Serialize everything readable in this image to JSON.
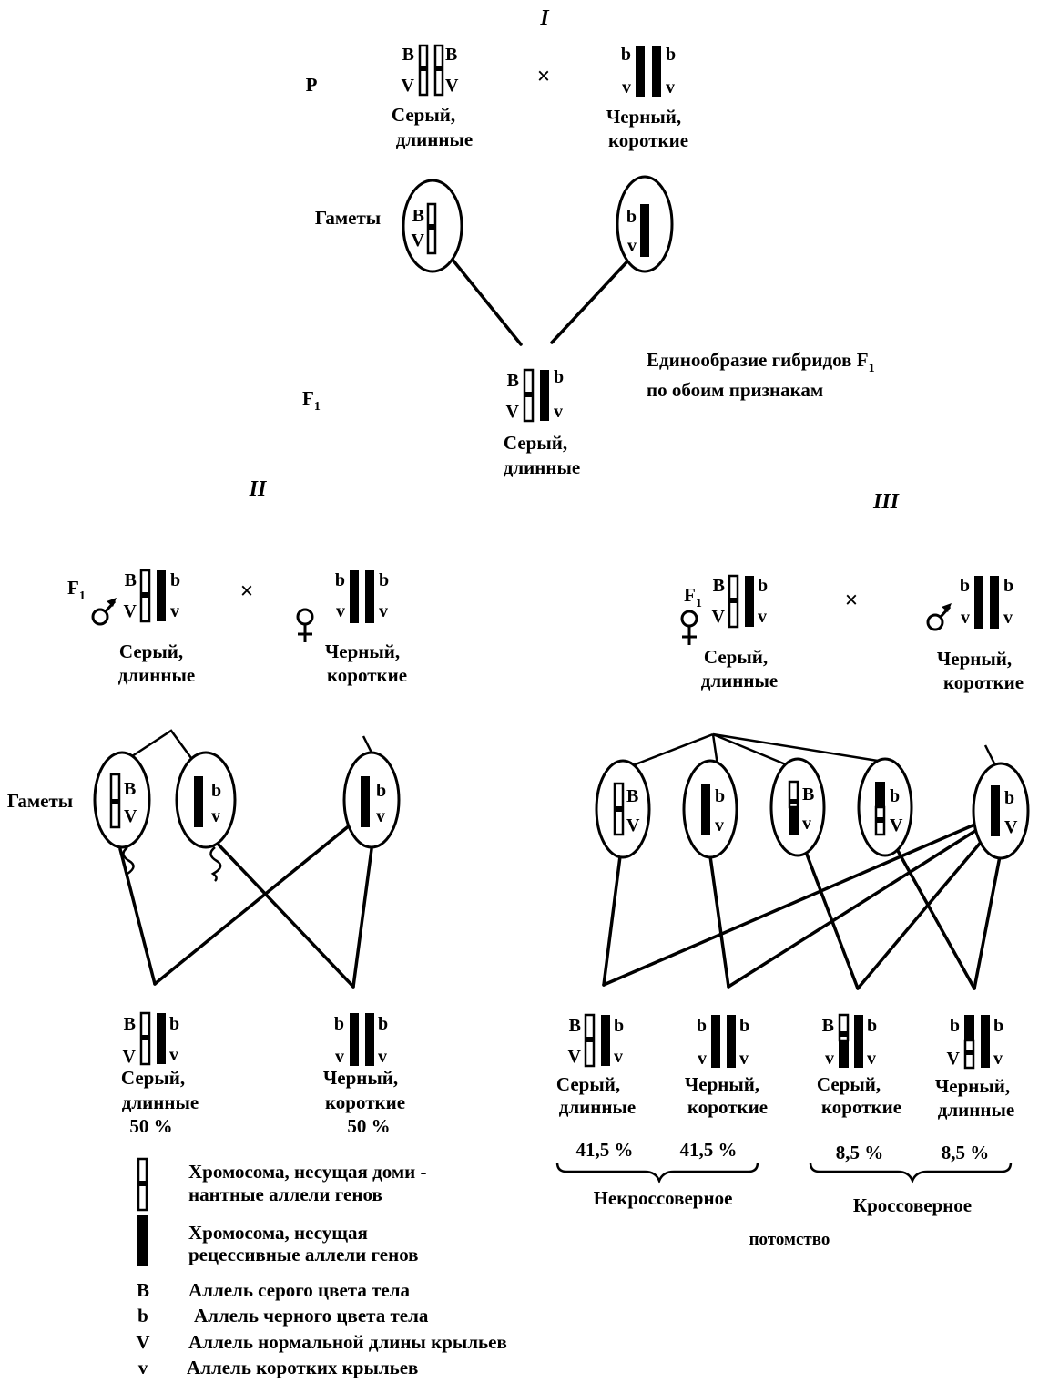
{
  "colors": {
    "ink": "#000000",
    "paper": "#ffffff"
  },
  "icons": {
    "male": "male-symbol-icon",
    "female": "female-symbol-icon",
    "cross": "cross-icon"
  },
  "part_i": {
    "roman": "I",
    "p_label": "P",
    "cross_sign": "×",
    "parent_left": {
      "alleles": {
        "tl": "B",
        "bl": "V",
        "tr": "B",
        "br": "V"
      },
      "line1": "Серый,",
      "line2": "длинные"
    },
    "parent_right": {
      "alleles": {
        "tl": "b",
        "bl": "v",
        "tr": "b",
        "br": "v"
      },
      "line1": "Черный,",
      "line2": "короткие"
    },
    "gametes_label": "Гаметы",
    "gamete_left": {
      "top": "B",
      "bottom": "V"
    },
    "gamete_right": {
      "top": "b",
      "bottom": "v"
    },
    "f1_label": "F",
    "f1_sub": "1",
    "f1": {
      "alleles": {
        "tl": "B",
        "bl": "V",
        "tr": "b",
        "br": "v"
      },
      "line1": "Серый,",
      "line2": "длинные"
    },
    "note_line1": "Единообразие гибридов F",
    "note_sub": "1",
    "note_line2": "по обоим признакам"
  },
  "part_ii": {
    "roman": "II",
    "f1_label": "F",
    "f1_sub": "1",
    "cross_sign": "×",
    "parent_male": {
      "alleles": {
        "tl": "B",
        "bl": "V",
        "tr": "b",
        "br": "v"
      },
      "line1": "Серый,",
      "line2": "длинные"
    },
    "parent_female": {
      "alleles": {
        "tl": "b",
        "bl": "v",
        "tr": "b",
        "br": "v"
      },
      "line1": "Черный,",
      "line2": "короткие"
    },
    "gametes_label": "Гаметы",
    "gametes": [
      {
        "top": "B",
        "bottom": "V"
      },
      {
        "top": "b",
        "bottom": "v"
      },
      {
        "top": "b",
        "bottom": "v"
      }
    ],
    "offspring": [
      {
        "alleles": {
          "tl": "B",
          "bl": "V",
          "tr": "b",
          "br": "v"
        },
        "line1": "Серый,",
        "line2": "длинные",
        "percent": "50 %"
      },
      {
        "alleles": {
          "tl": "b",
          "bl": "v",
          "tr": "b",
          "br": "v"
        },
        "line1": "Черный,",
        "line2": "короткие",
        "percent": "50 %"
      }
    ]
  },
  "part_iii": {
    "roman": "III",
    "f1_label": "F",
    "f1_sub": "1",
    "cross_sign": "×",
    "parent_female": {
      "alleles": {
        "tl": "B",
        "bl": "V",
        "tr": "b",
        "br": "v"
      },
      "line1": "Серый,",
      "line2": "длинные"
    },
    "parent_male": {
      "alleles": {
        "tl": "b",
        "bl": "v",
        "tr": "b",
        "br": "v"
      },
      "line1": "Черный,",
      "line2": "короткие"
    },
    "gametes": [
      {
        "top": "B",
        "bottom": "V"
      },
      {
        "top": "b",
        "bottom": "v"
      },
      {
        "top": "B",
        "bottom": "v"
      },
      {
        "top": "b",
        "bottom": "V"
      },
      {
        "top": "b",
        "bottom": "V"
      }
    ],
    "offspring": [
      {
        "alleles": {
          "tl": "B",
          "bl": "V",
          "tr": "b",
          "br": "v"
        },
        "line1": "Серый,",
        "line2": "длинные"
      },
      {
        "alleles": {
          "tl": "b",
          "bl": "v",
          "tr": "b",
          "br": "v"
        },
        "line1": "Черный,",
        "line2": "короткие"
      },
      {
        "alleles": {
          "tl": "B",
          "bl": "v",
          "tr": "b",
          "br": "v"
        },
        "line1": "Серый,",
        "line2": "короткие"
      },
      {
        "alleles": {
          "tl": "b",
          "bl": "V",
          "tr": "b",
          "br": "v"
        },
        "line1": "Черный,",
        "line2": "длинные"
      }
    ],
    "percents": [
      "41,5 %",
      "41,5 %",
      "8,5 %",
      "8,5 %"
    ],
    "group_noncrossover": "Некроссоверное",
    "group_crossover": "Кроссоверное",
    "group_common": "потомство"
  },
  "legend": {
    "dominant_line1": "Хромосома, несущая доми -",
    "dominant_line2": "нантные аллели генов",
    "recessive_line1": "Хромосома, несущая",
    "recessive_line2": "рецессивные аллели генов",
    "alleles": [
      {
        "symbol": "B",
        "text": "Аллель серого цвета тела"
      },
      {
        "symbol": "b",
        "text": "Аллель черного цвета тела"
      },
      {
        "symbol": "V",
        "text": "Аллель нормальной длины крыльев"
      },
      {
        "symbol": "v",
        "text": "Аллель коротких крыльев"
      }
    ]
  }
}
